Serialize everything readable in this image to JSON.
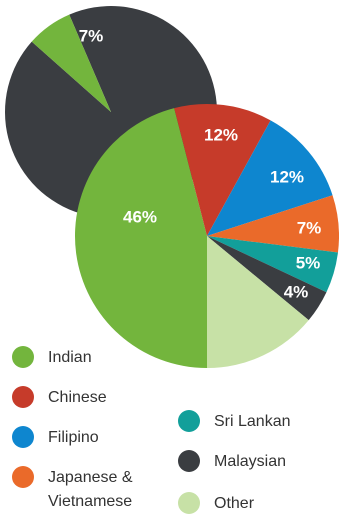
{
  "chart_data": [
    {
      "type": "pie",
      "slices": [
        {
          "label": "",
          "value": 93,
          "color": "#3a3d41",
          "value_label": ""
        },
        {
          "label": "",
          "value": 7,
          "color": "#73b53d",
          "value_label": "7%"
        }
      ]
    },
    {
      "type": "pie",
      "slices": [
        {
          "label": "Indian",
          "value": 46,
          "color": "#73b53d",
          "value_label": "46%"
        },
        {
          "label": "Chinese",
          "value": 12,
          "color": "#c63b2a",
          "value_label": "12%"
        },
        {
          "label": "Filipino",
          "value": 12,
          "color": "#0e86cf",
          "value_label": "12%"
        },
        {
          "label": "Japanese & Vietnamese",
          "value": 7,
          "color": "#ea6a2a",
          "value_label": "7%"
        },
        {
          "label": "Sri Lankan",
          "value": 5,
          "color": "#129f9a",
          "value_label": "5%"
        },
        {
          "label": "Malaysian",
          "value": 4,
          "color": "#3a3d41",
          "value_label": "4%"
        },
        {
          "label": "Other",
          "value": 14,
          "color": "#c7e1a6",
          "value_label": ""
        }
      ]
    }
  ],
  "legend": [
    {
      "label": "Indian",
      "color": "#73b53d"
    },
    {
      "label": "Chinese",
      "color": "#c63b2a"
    },
    {
      "label": "Filipino",
      "color": "#0e86cf"
    },
    {
      "label": "Japanese &\nVietnamese",
      "color": "#ea6a2a"
    },
    {
      "label": "Sri Lankan",
      "color": "#129f9a"
    },
    {
      "label": "Malaysian",
      "color": "#3a3d41"
    },
    {
      "label": "Other",
      "color": "#c7e1a6"
    }
  ]
}
